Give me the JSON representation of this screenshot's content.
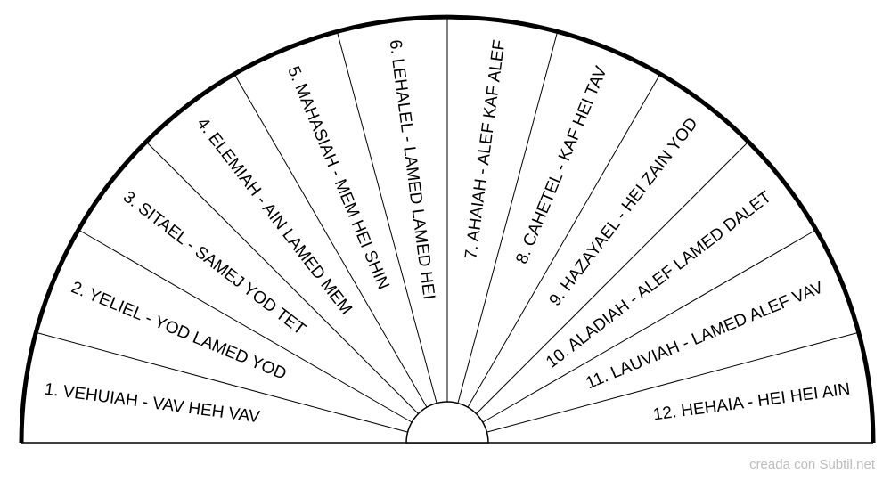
{
  "chart": {
    "segments": [
      {
        "label": "1. VEHUIAH - VAV HEH VAV"
      },
      {
        "label": "2. YELIEL - YOD LAMED YOD"
      },
      {
        "label": "3. SITAEL - SAMEJ YOD TET"
      },
      {
        "label": "4. ELEMIAH - AIN LAMED MEM"
      },
      {
        "label": "5. MAHASIAH - MEM HEI SHIN"
      },
      {
        "label": "6. LEHALEL - LAMED LAMED HEI"
      },
      {
        "label": "7. AHAIAH - ALEF KAF ALEF"
      },
      {
        "label": "8. CAHETEL - KAF HEI TAV"
      },
      {
        "label": "9. HAZAYAEL - HEI ZAIN YOD"
      },
      {
        "label": "10. ALADIAH - ALEF LAMED DALET"
      },
      {
        "label": "11. LAUVIAH - LAMED ALEF VAV"
      },
      {
        "label": "12. HEHAIA - HEI HEI AIN"
      }
    ],
    "colors": {
      "line": "#000000",
      "fill": "#ffffff"
    }
  },
  "footer": {
    "credit": "creada con Subtil.net",
    "credit_color": "#bdbdbd"
  }
}
